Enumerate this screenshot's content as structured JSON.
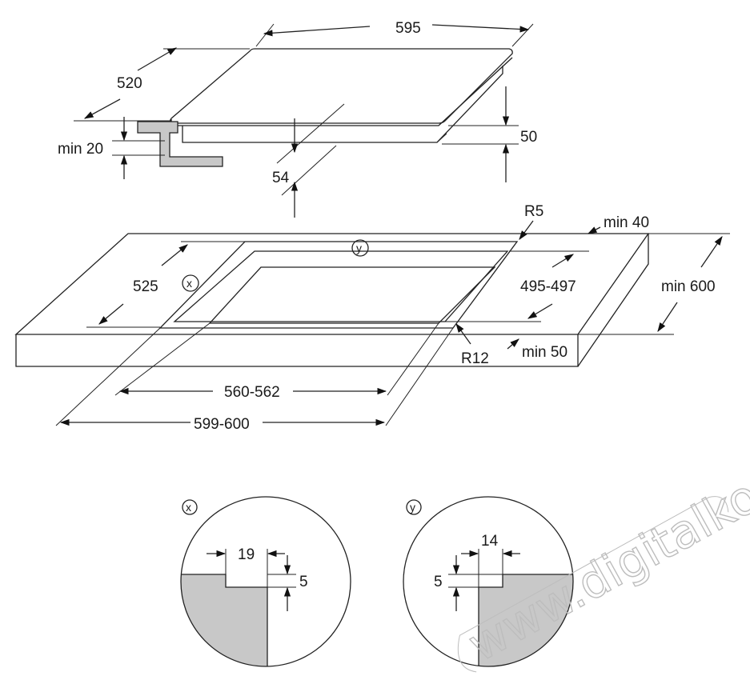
{
  "hob": {
    "width_label": "595",
    "depth_label": "520",
    "height_label": "50",
    "under_label": "54",
    "clearance_label": "min 20"
  },
  "worktop": {
    "cutout_marker_y": "y",
    "cutout_marker_x": "x",
    "radius_small_label": "R5",
    "back_margin_label": "min 40",
    "cutout_depth_label": "525",
    "inner_depth_label": "495-497",
    "worktop_depth_label": "min 600",
    "radius_large_label": "R12",
    "thickness_label": "min 50",
    "inner_width_label": "560-562",
    "cutout_width_label": "599-600"
  },
  "detail_x": {
    "marker": "x",
    "width_label": "19",
    "depth_label": "5"
  },
  "detail_y": {
    "marker": "y",
    "width_label": "14",
    "depth_label": "5"
  },
  "watermark": {
    "text": "www.digitalko.hu"
  }
}
